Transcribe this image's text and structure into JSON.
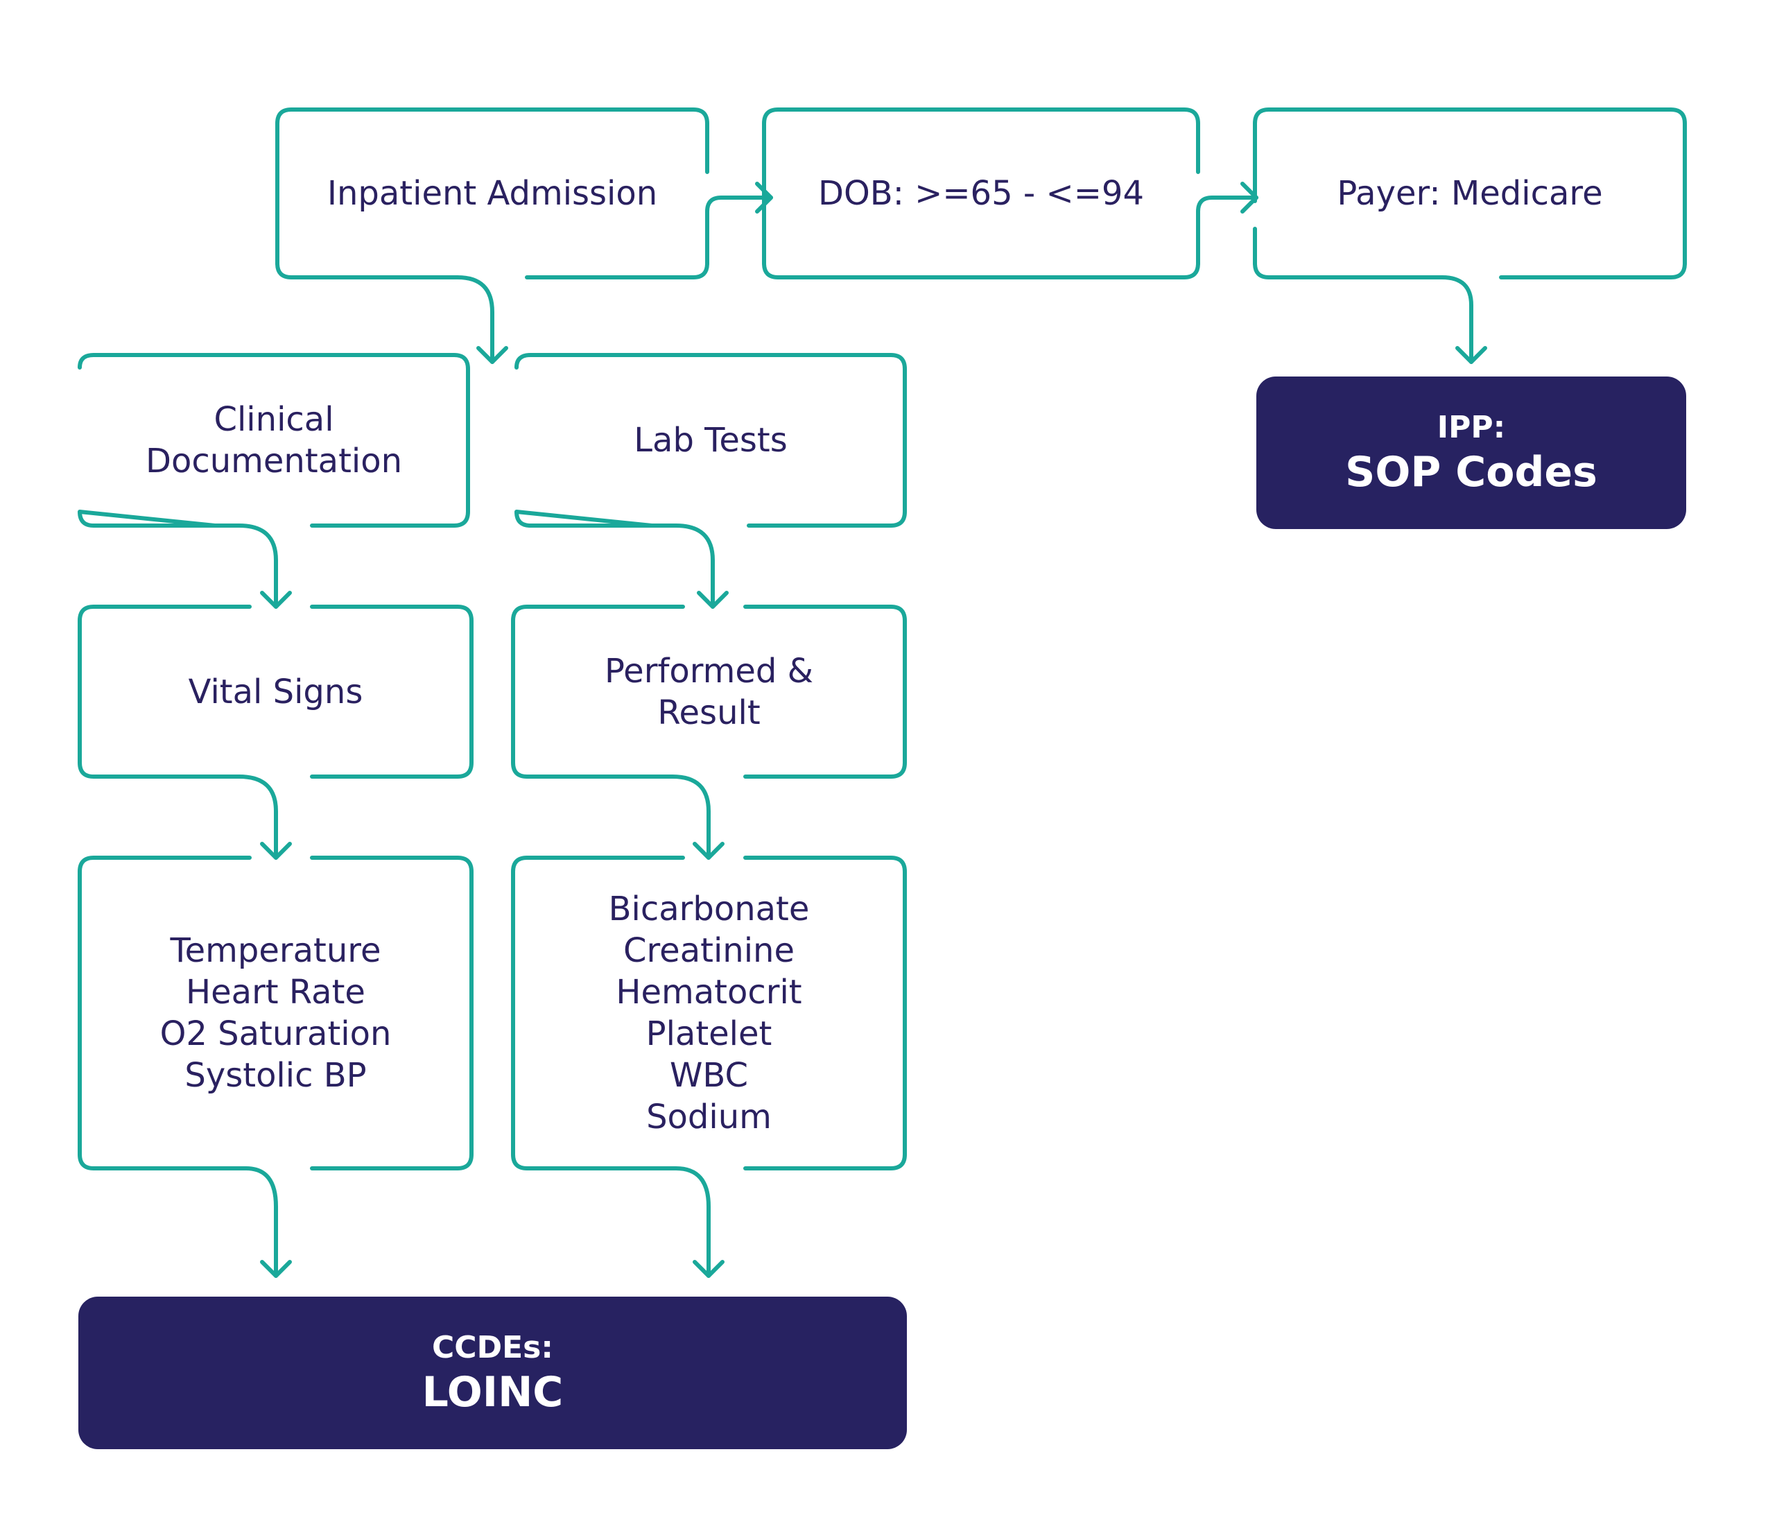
{
  "nodes": {
    "inpatient": "Inpatient Admission",
    "dob": "DOB: >=65 - <=94",
    "payer": "Payer: Medicare",
    "clinical": "Clinical\nDocumentation",
    "lab": "Lab Tests",
    "vital": "Vital Signs",
    "performed": "Performed &\nResult",
    "vitals_list": "Temperature\nHeart Rate\nO2  Saturation\nSystolic BP",
    "labs_list": "Bicarbonate\nCreatinine\nHematocrit\nPlatelet\nWBC\nSodium"
  },
  "outcomes": {
    "ipp": {
      "label": "IPP:",
      "value": "SOP Codes"
    },
    "ccde": {
      "label": "CCDEs:",
      "value": "LOINC"
    }
  },
  "colors": {
    "accent": "#1aa89a",
    "dark": "#272261",
    "text": "#2a2160"
  }
}
